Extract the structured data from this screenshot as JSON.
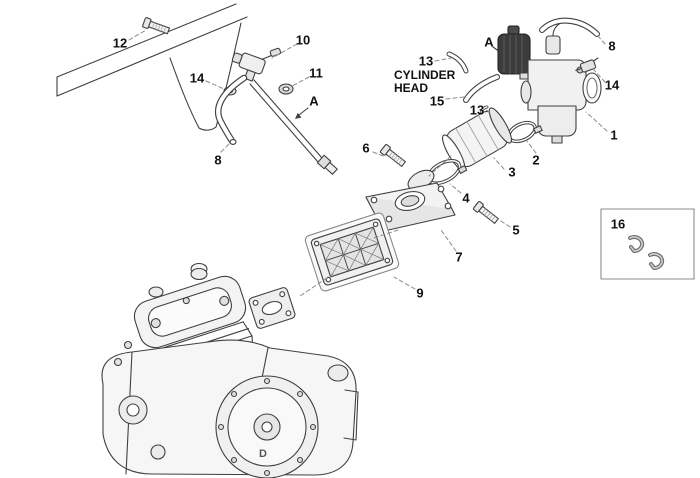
{
  "style": {
    "background": "#ffffff",
    "line_color": "#404040",
    "callout_color": "#111111",
    "box_border": "#8c8c8c"
  },
  "labels": {
    "p1": "1",
    "p2": "2",
    "p3": "3",
    "p4": "4",
    "p5": "5",
    "p6": "6",
    "p7": "7",
    "p8": "8",
    "p9": "9",
    "p10": "10",
    "p11": "11",
    "p12": "12",
    "p13": "13",
    "p14": "14",
    "p15": "15",
    "p16": "16",
    "marker_a": "A",
    "cylinder_head_line1": "CYLINDER",
    "cylinder_head_line2": "HEAD",
    "engine_mark": "D"
  }
}
